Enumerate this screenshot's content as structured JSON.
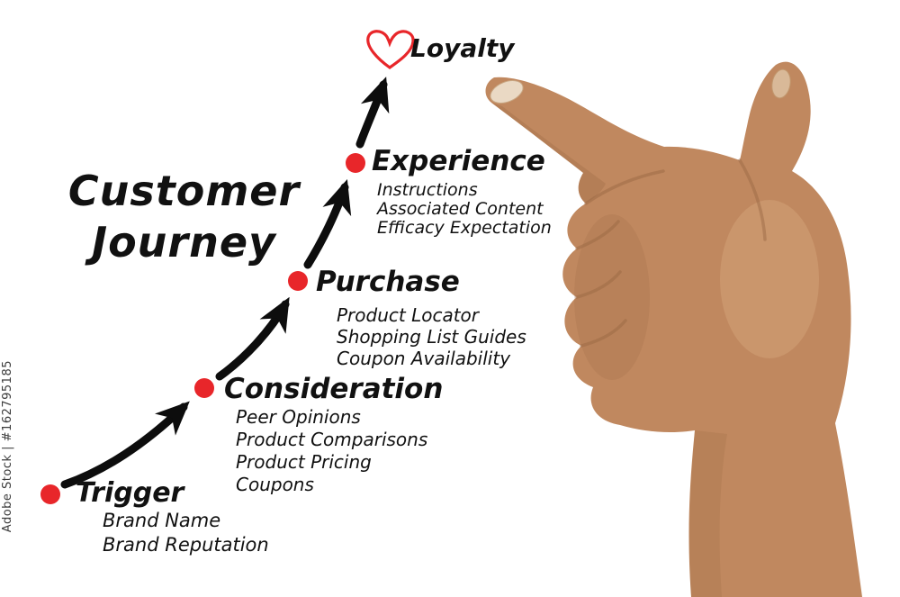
{
  "watermark": {
    "text": "Adobe Stock | #162795185"
  },
  "title": {
    "line1": "Customer",
    "line2": "Journey"
  },
  "stages": [
    {
      "name": "Trigger",
      "items": [
        "Brand Name",
        "Brand Reputation"
      ]
    },
    {
      "name": "Consideration",
      "items": [
        "Peer Opinions",
        "Product Comparisons",
        "Product Pricing",
        "Coupons"
      ]
    },
    {
      "name": "Purchase",
      "items": [
        "Product Locator",
        "Shopping List Guides",
        "Coupon Availability"
      ]
    },
    {
      "name": "Experience",
      "items": [
        "Instructions",
        "Associated Content",
        "Efficacy Expectation"
      ]
    },
    {
      "name": "Loyalty",
      "items": []
    }
  ],
  "icons": {
    "loyalty": "heart-icon",
    "pointer": "pointing-hand"
  },
  "colors": {
    "dot": "#e8262a",
    "heart": "#e8262a",
    "arrow": "#0d0d0d",
    "text": "#111111",
    "skin": "#c0885f",
    "skin_shadow": "#9c6a45",
    "nail": "#ead9c4",
    "background": "#ffffff"
  }
}
